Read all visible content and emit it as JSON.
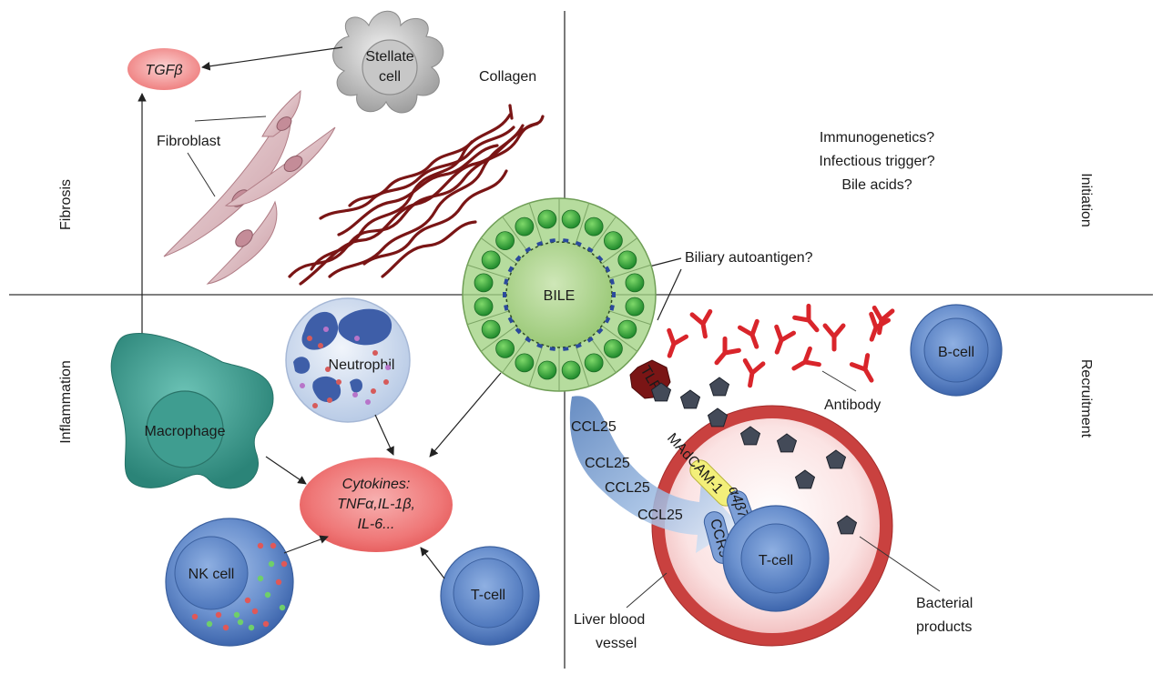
{
  "quadrants": {
    "fibrosis": "Fibrosis",
    "initiation": "Initiation",
    "inflammation": "Inflammation",
    "recruitment": "Recruitment"
  },
  "fibrosis_panel": {
    "tgf": "TGFβ",
    "stellate_line1": "Stellate",
    "stellate_line2": "cell",
    "fibroblast": "Fibroblast",
    "collagen": "Collagen"
  },
  "initiation_panel": {
    "questions": [
      "Immunogenetics?",
      "Infectious trigger?",
      "Bile acids?"
    ],
    "autoantigen": "Biliary autoantigen?"
  },
  "center": {
    "bile": "BILE"
  },
  "inflammation_panel": {
    "neutrophil": "Neutrophil",
    "macrophage": "Macrophage",
    "nk_cell": "NK cell",
    "t_cell": "T-cell",
    "cytokines_line1": "Cytokines:",
    "cytokines_line2": "TNFα,IL-1β,",
    "cytokines_line3": "IL-6..."
  },
  "recruitment_panel": {
    "tlr": "TLR4",
    "b_cell": "B-cell",
    "antibody": "Antibody",
    "ccl": [
      "CCL25",
      "CCL25",
      "CCL25",
      "CCL25"
    ],
    "madcam": "MAdCAM-1",
    "integrin": "α4β7",
    "ccr": "CCR9",
    "t_cell": "T-cell",
    "vessel_line1": "Liver blood",
    "vessel_line2": "vessel",
    "bacterial_line1": "Bacterial",
    "bacterial_line2": "products"
  },
  "colors": {
    "blue_cell": "#5b82c2",
    "green_epithelium": "#9fcf8a",
    "collagen": "#7a1515",
    "antibody": "#d9252b",
    "cytokine": "#ee6a6a",
    "macrophage": "#3b9f93"
  }
}
